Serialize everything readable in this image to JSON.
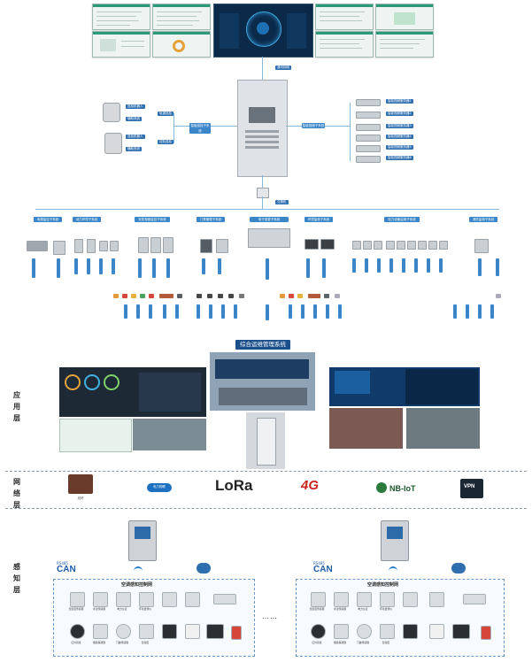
{
  "top_section": {
    "upper_link_label": "通讯网络",
    "switch_label": "交换机",
    "left_system_label": "智能巡检子系统",
    "right_system_label": "智能视频子系统",
    "left_subs": [
      {
        "label": "巡检机器人"
      },
      {
        "label": "辅助系统"
      },
      {
        "label": "巡检机器人"
      },
      {
        "label": "辅助系统"
      }
    ],
    "left_pair_labels": [
      "轨道巡检",
      "挂轨巡检"
    ],
    "right_devices": [
      "智能视频服务器1",
      "智能视频服务器2",
      "智能视频服务器3",
      "智能视频服务器4",
      "智能视频服务器5",
      "智能视频服务器6"
    ],
    "subsystems": [
      "电源监控子系统",
      "动力环境子系统",
      "安防视频监控子系统",
      "门禁管理子系统",
      "电子巡更子系统",
      "环境监测子系统",
      "电力设备监测子系统",
      "消防监测子系统"
    ]
  },
  "middle_section": {
    "title": "综合运维管理系统",
    "layer_app": "应用层",
    "layer_net": "网络层",
    "layer_sense": "感知层"
  },
  "network": {
    "items": [
      "光纤",
      "电力物联",
      "LoRa",
      "4G",
      "NB-IoT",
      "VPN"
    ]
  },
  "sense": {
    "can_label": "CAN",
    "can_sub": "RS485",
    "box_title": "空调感知控制网",
    "ellipsis": "……",
    "sensors_row1": [
      "温湿度传感器",
      "水浸传感器",
      "电力仪表",
      "环境监测仪",
      "",
      "",
      "",
      ""
    ],
    "sensors_row2": [
      "红外双鉴",
      "烟感探测器",
      "门磁传感器",
      "温湿度",
      "",
      "",
      "",
      ""
    ]
  },
  "colors": {
    "accent": "#3a86c8",
    "dark_title": "#1b4f8c",
    "line": "#86b8dc"
  }
}
